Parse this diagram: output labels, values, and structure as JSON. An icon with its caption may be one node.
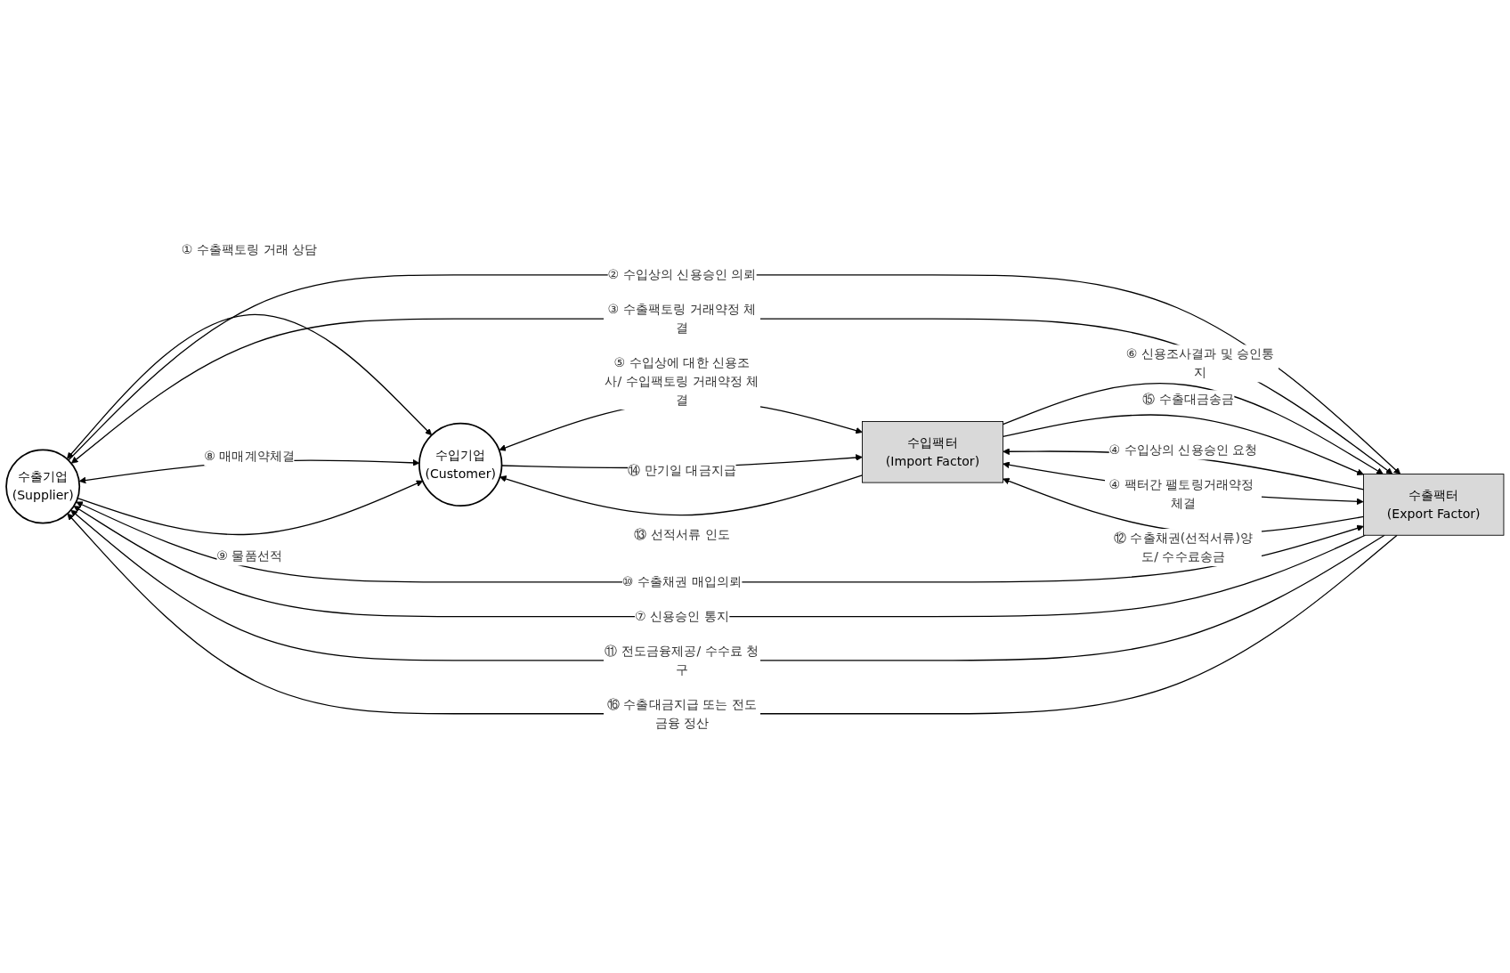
{
  "diagram": {
    "nodes": [
      {
        "text": [
          "수출기업",
          "(Supplier)"
        ]
      },
      {
        "text": [
          "수입기업",
          "(Customer)"
        ]
      },
      {
        "text": [
          "수출팩터",
          "(Export Factor)"
        ]
      },
      {
        "text": [
          "수입팩터",
          "(Import Factor)"
        ]
      }
    ],
    "edges": [
      {
        "from": 0,
        "to": 1,
        "arrow": "both",
        "label": "① 수출팩토링 거래 상담"
      },
      {
        "from": 0,
        "to": 2,
        "arrow": "to",
        "label": "② 수입상의 신용승인 의뢰"
      },
      {
        "from": 0,
        "to": 2,
        "arrow": "both",
        "label": "③ 수출팩토링 거래약정 체결"
      },
      {
        "from": 2,
        "to": 3,
        "arrow": "to",
        "label": "④ 수입상의 신용승인 요청"
      },
      {
        "from": 2,
        "to": 3,
        "arrow": "both",
        "label": "④ 팩터간 팰토링거래약정 체결"
      },
      {
        "from": 1,
        "to": 3,
        "arrow": "both",
        "label": "⑤ 수입상에 대한 신용조사/ 수입팩토링 거래약정 체결"
      },
      {
        "from": 3,
        "to": 2,
        "arrow": "to",
        "label": "⑥ 신용조사결과 및 승인통지"
      },
      {
        "from": 2,
        "to": 0,
        "arrow": "to",
        "label": "⑦ 신용승인 통지"
      },
      {
        "from": 0,
        "to": 1,
        "arrow": "both",
        "label": "⑧ 매매계약체결"
      },
      {
        "from": 0,
        "to": 1,
        "arrow": "to",
        "label": "⑨ 물품선적"
      },
      {
        "from": 0,
        "to": 2,
        "arrow": "both",
        "label": "⑩ 수출채권 매입의뢰"
      },
      {
        "from": 2,
        "to": 0,
        "arrow": "to",
        "label": "⑪ 전도금융제공/ 수수료 청구"
      },
      {
        "from": 2,
        "to": 3,
        "arrow": "to",
        "label": "⑫ 수출채권(선적서류)양도/ 수수료송금"
      },
      {
        "from": 3,
        "to": 1,
        "arrow": "to",
        "label": "⑬ 선적서류 인도"
      },
      {
        "from": 1,
        "to": 3,
        "arrow": "to",
        "label": "⑭ 만기일 대금지급"
      },
      {
        "from": 3,
        "to": 2,
        "arrow": "to",
        "label": "⑮ 수출대금송금"
      },
      {
        "from": 2,
        "to": 0,
        "arrow": "to",
        "label": "⑯ 수출대금지급 또는 전도금융 정산"
      }
    ]
  }
}
